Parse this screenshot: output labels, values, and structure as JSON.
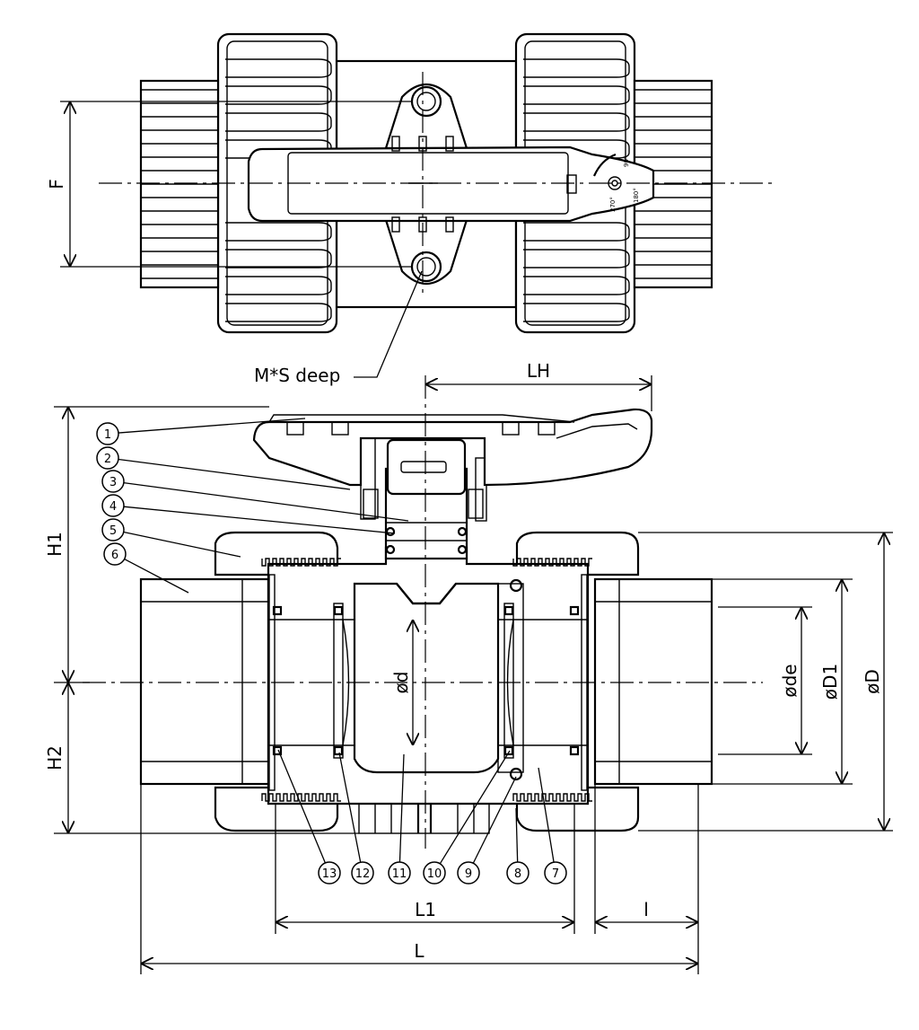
{
  "dimensions": {
    "F": "F",
    "LH": "LH",
    "H1": "H1",
    "H2": "H2",
    "L1": "L1",
    "L": "L",
    "l": "l",
    "d": "ød",
    "de": "øde",
    "D1": "øD1",
    "D": "øD"
  },
  "callout": "M*S deep",
  "handle_marks": [
    "90°",
    "180°",
    "270°"
  ],
  "parts": [
    {
      "label": "1",
      "side": "left"
    },
    {
      "label": "2",
      "side": "left"
    },
    {
      "label": "3",
      "side": "left"
    },
    {
      "label": "4",
      "side": "left"
    },
    {
      "label": "5",
      "side": "left"
    },
    {
      "label": "6",
      "side": "left"
    },
    {
      "label": "13",
      "side": "bottom"
    },
    {
      "label": "12",
      "side": "bottom"
    },
    {
      "label": "11",
      "side": "bottom"
    },
    {
      "label": "10",
      "side": "bottom"
    },
    {
      "label": "9",
      "side": "bottom"
    },
    {
      "label": "8",
      "side": "bottom"
    },
    {
      "label": "7",
      "side": "bottom"
    }
  ]
}
